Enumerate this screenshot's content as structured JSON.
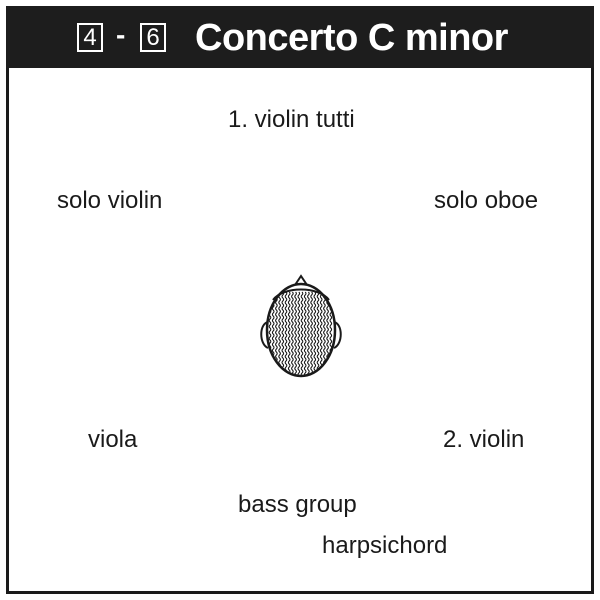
{
  "header": {
    "track_start": "4",
    "separator": "-",
    "track_end": "6",
    "title": "Concerto C minor"
  },
  "positions": {
    "violin_tutti_1": "1. violin tutti",
    "solo_violin": "solo violin",
    "solo_oboe": "solo oboe",
    "viola": "viola",
    "violin_2": "2. violin",
    "bass_group": "bass group",
    "harpsichord": "harpsichord"
  },
  "listener": {
    "icon": "listener-head-icon"
  },
  "colors": {
    "header_bg": "#1d1d1d",
    "text": "#1a1a1a",
    "border": "#1a1a1a"
  }
}
